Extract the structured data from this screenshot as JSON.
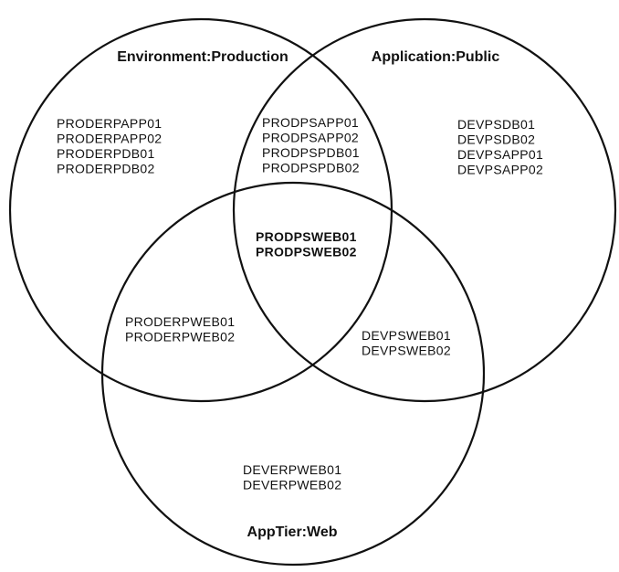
{
  "colors": {
    "stroke": "#111111",
    "text": "#111111",
    "highlight": "#7a52e6",
    "background": "#ffffff"
  },
  "sets": {
    "environment": "Environment:Production",
    "application": "Application:Public",
    "tier": "AppTier:Web"
  },
  "regions": {
    "environment_only": [
      "PRODERPAPP01",
      "PRODERPAPP02",
      "PRODERPDB01",
      "PRODERPDB02"
    ],
    "environment_application": [
      "PRODPSAPP01",
      "PRODPSAPP02",
      "PRODPSPDB01",
      "PRODPSPDB02"
    ],
    "application_only": [
      "DEVPSDB01",
      "DEVPSDB02",
      "DEVPSAPP01",
      "DEVPSAPP02"
    ],
    "all_three": [
      "PRODPSWEB01",
      "PRODPSWEB02"
    ],
    "environment_tier": [
      "PRODERPWEB01",
      "PRODERPWEB02"
    ],
    "application_tier": [
      "DEVPSWEB01",
      "DEVPSWEB02"
    ],
    "tier_only": [
      "DEVERPWEB01",
      "DEVERPWEB02"
    ]
  }
}
